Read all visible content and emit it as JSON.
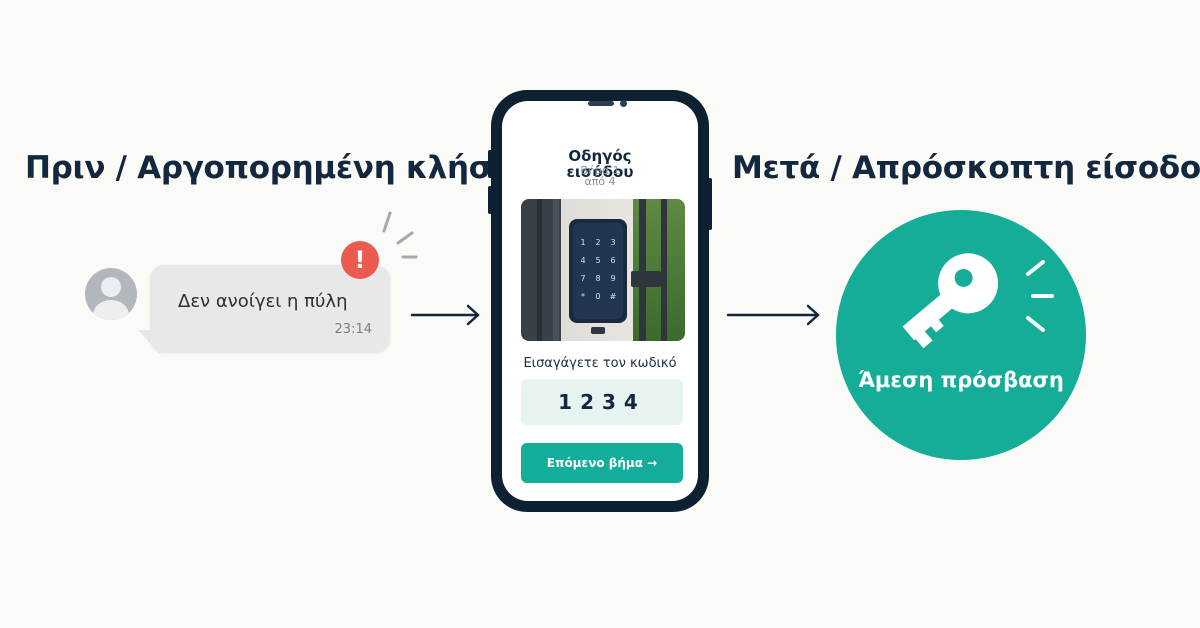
{
  "left_panel": {
    "heading": "Πριν / Αργοπορημένη κλήση",
    "message": {
      "text": "Δεν ανοίγει η πύλη",
      "time": "23:14",
      "alert_symbol": "!"
    }
  },
  "phone": {
    "title_line1": "Οδηγός",
    "title_line2": "εισόδου",
    "step_line1": "Βήμα 1",
    "step_line2": "από 4",
    "code_label": "Εισαγάγετε τον κωδικό",
    "code_value": "1234",
    "next_button": "Επόμενο βήμα →",
    "keypad_keys": [
      "1",
      "2",
      "3",
      "4",
      "5",
      "6",
      "7",
      "8",
      "9",
      "*",
      "0",
      "#"
    ]
  },
  "right_panel": {
    "heading": "Μετά / Απρόσκοπτη είσοδος",
    "badge_label": "Άμεση πρόσβαση"
  },
  "colors": {
    "heading": "#13283f",
    "accent": "#14ad99",
    "alert": "#ea5a4f",
    "bubble": "#e8e8e8",
    "phone_frame": "#0e2133"
  },
  "icons": [
    "user-avatar-icon",
    "alert-icon",
    "arrow-right-icon",
    "key-icon",
    "keypad-lock-image"
  ]
}
